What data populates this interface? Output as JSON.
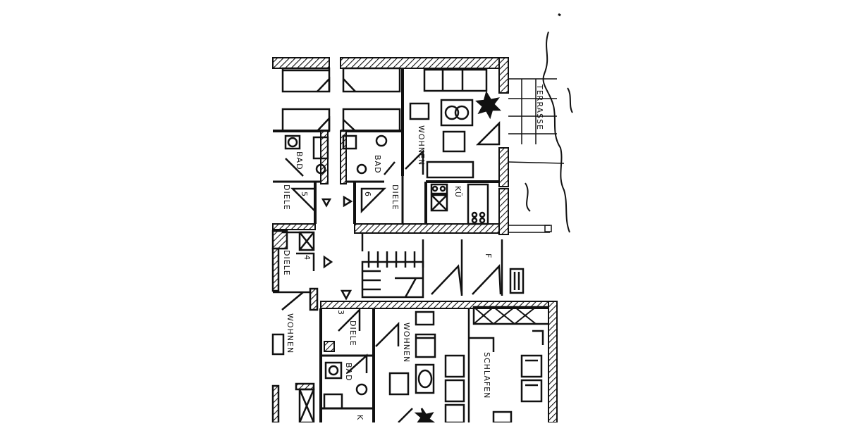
{
  "plan": {
    "rooms": {
      "wohnen_top": "WOHNEN",
      "wohnen_left": "WOHNEN",
      "wohnen_bottom": "WOHNEN",
      "terrasse": "TERRASSE",
      "bad_left": "BAD",
      "bad_mid": "BAD",
      "bad_bottom": "BAD",
      "diele_left_top": "DIELE",
      "diele_mid": "DIELE",
      "diele_left_low": "DIELE",
      "diele_bottom": "DIELE",
      "kueche": "KÜ",
      "schlafen": "SCHLAFEN",
      "k_bottom": "K"
    },
    "door_numbers": {
      "d5": "5",
      "d6": "6",
      "d4": "4",
      "d3": "3"
    },
    "marks": {
      "f": "F"
    }
  }
}
